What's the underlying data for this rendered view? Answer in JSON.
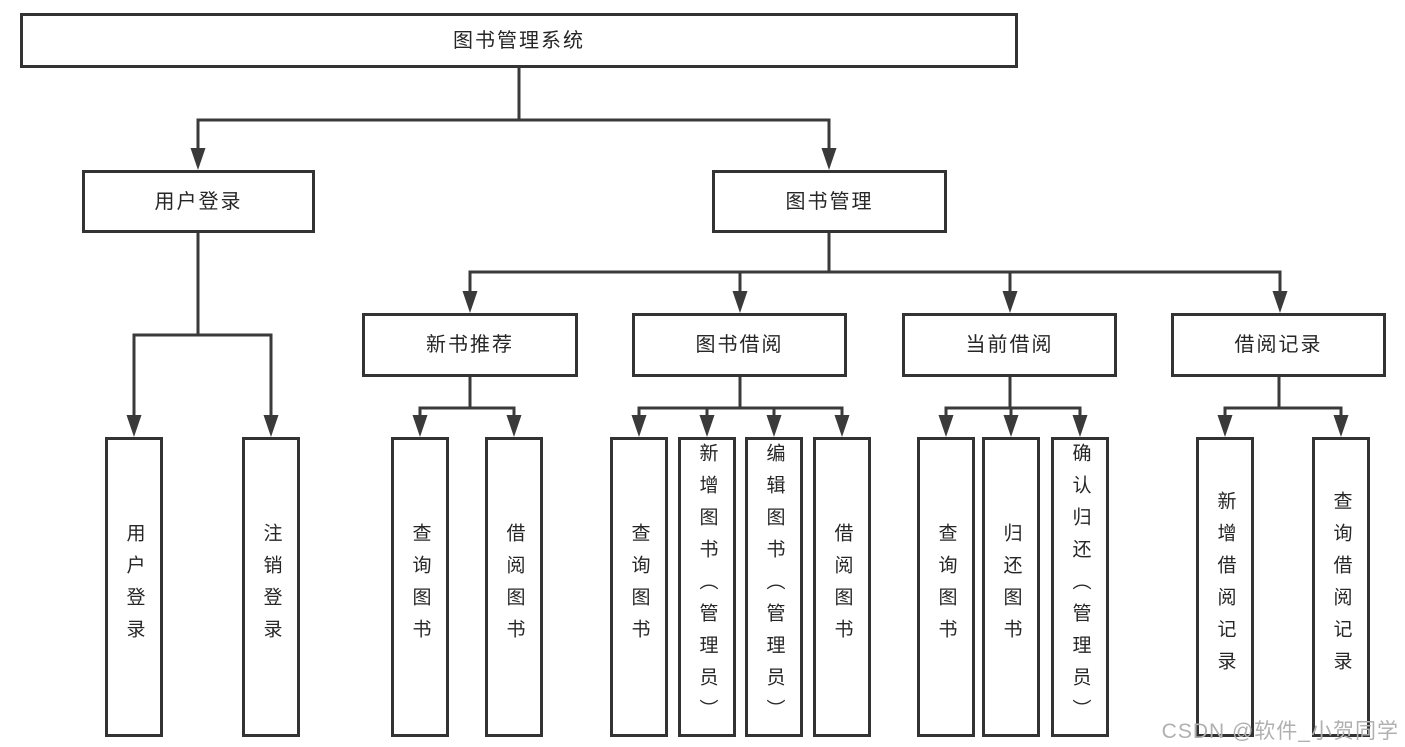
{
  "colors": {
    "background": "#ffffff",
    "box_border": "#333333",
    "connector_line": "#3a3a3a",
    "label_text": "#262626",
    "watermark_text": "#b0b0b0"
  },
  "watermark": {
    "text": "CSDN @软件_小贺同学"
  },
  "tree": {
    "label": "图书管理系统",
    "children": [
      {
        "label": "用户登录",
        "children": [
          {
            "label": "用户登录"
          },
          {
            "label": "注销登录"
          }
        ]
      },
      {
        "label": "图书管理",
        "children": [
          {
            "label": "新书推荐",
            "children": [
              {
                "label": "查询图书"
              },
              {
                "label": "借阅图书"
              }
            ]
          },
          {
            "label": "图书借阅",
            "children": [
              {
                "label": "查询图书"
              },
              {
                "label": "新增图书（管理员）"
              },
              {
                "label": "编辑图书（管理员）"
              },
              {
                "label": "借阅图书"
              }
            ]
          },
          {
            "label": "当前借阅",
            "children": [
              {
                "label": "查询图书"
              },
              {
                "label": "归还图书"
              },
              {
                "label": "确认归还（管理员）"
              }
            ]
          },
          {
            "label": "借阅记录",
            "children": [
              {
                "label": "新增借阅记录"
              },
              {
                "label": "查询借阅记录"
              }
            ]
          }
        ]
      }
    ]
  }
}
